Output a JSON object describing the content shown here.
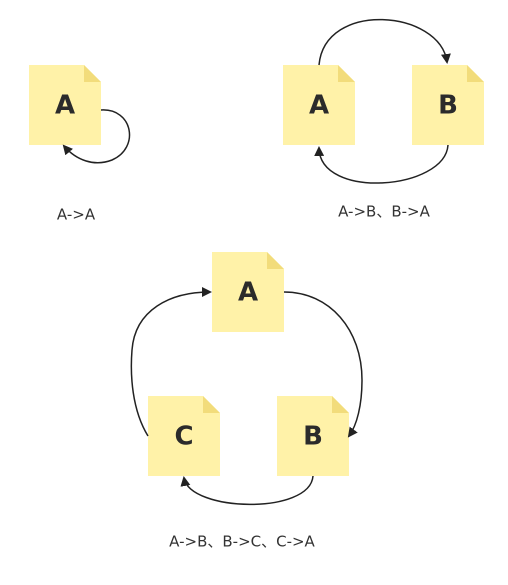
{
  "diagram_1": {
    "nodes": {
      "a": "A"
    },
    "caption": "A->A"
  },
  "diagram_2": {
    "nodes": {
      "a": "A",
      "b": "B"
    },
    "caption": "A->B、B->A"
  },
  "diagram_3": {
    "nodes": {
      "a": "A",
      "b": "B",
      "c": "C"
    },
    "caption": "A->B、B->C、C->A"
  },
  "colors": {
    "note_fill": "#fff2a8",
    "note_fold": "#f2dc7b",
    "edge": "#222222",
    "text": "#2b2b2b"
  }
}
